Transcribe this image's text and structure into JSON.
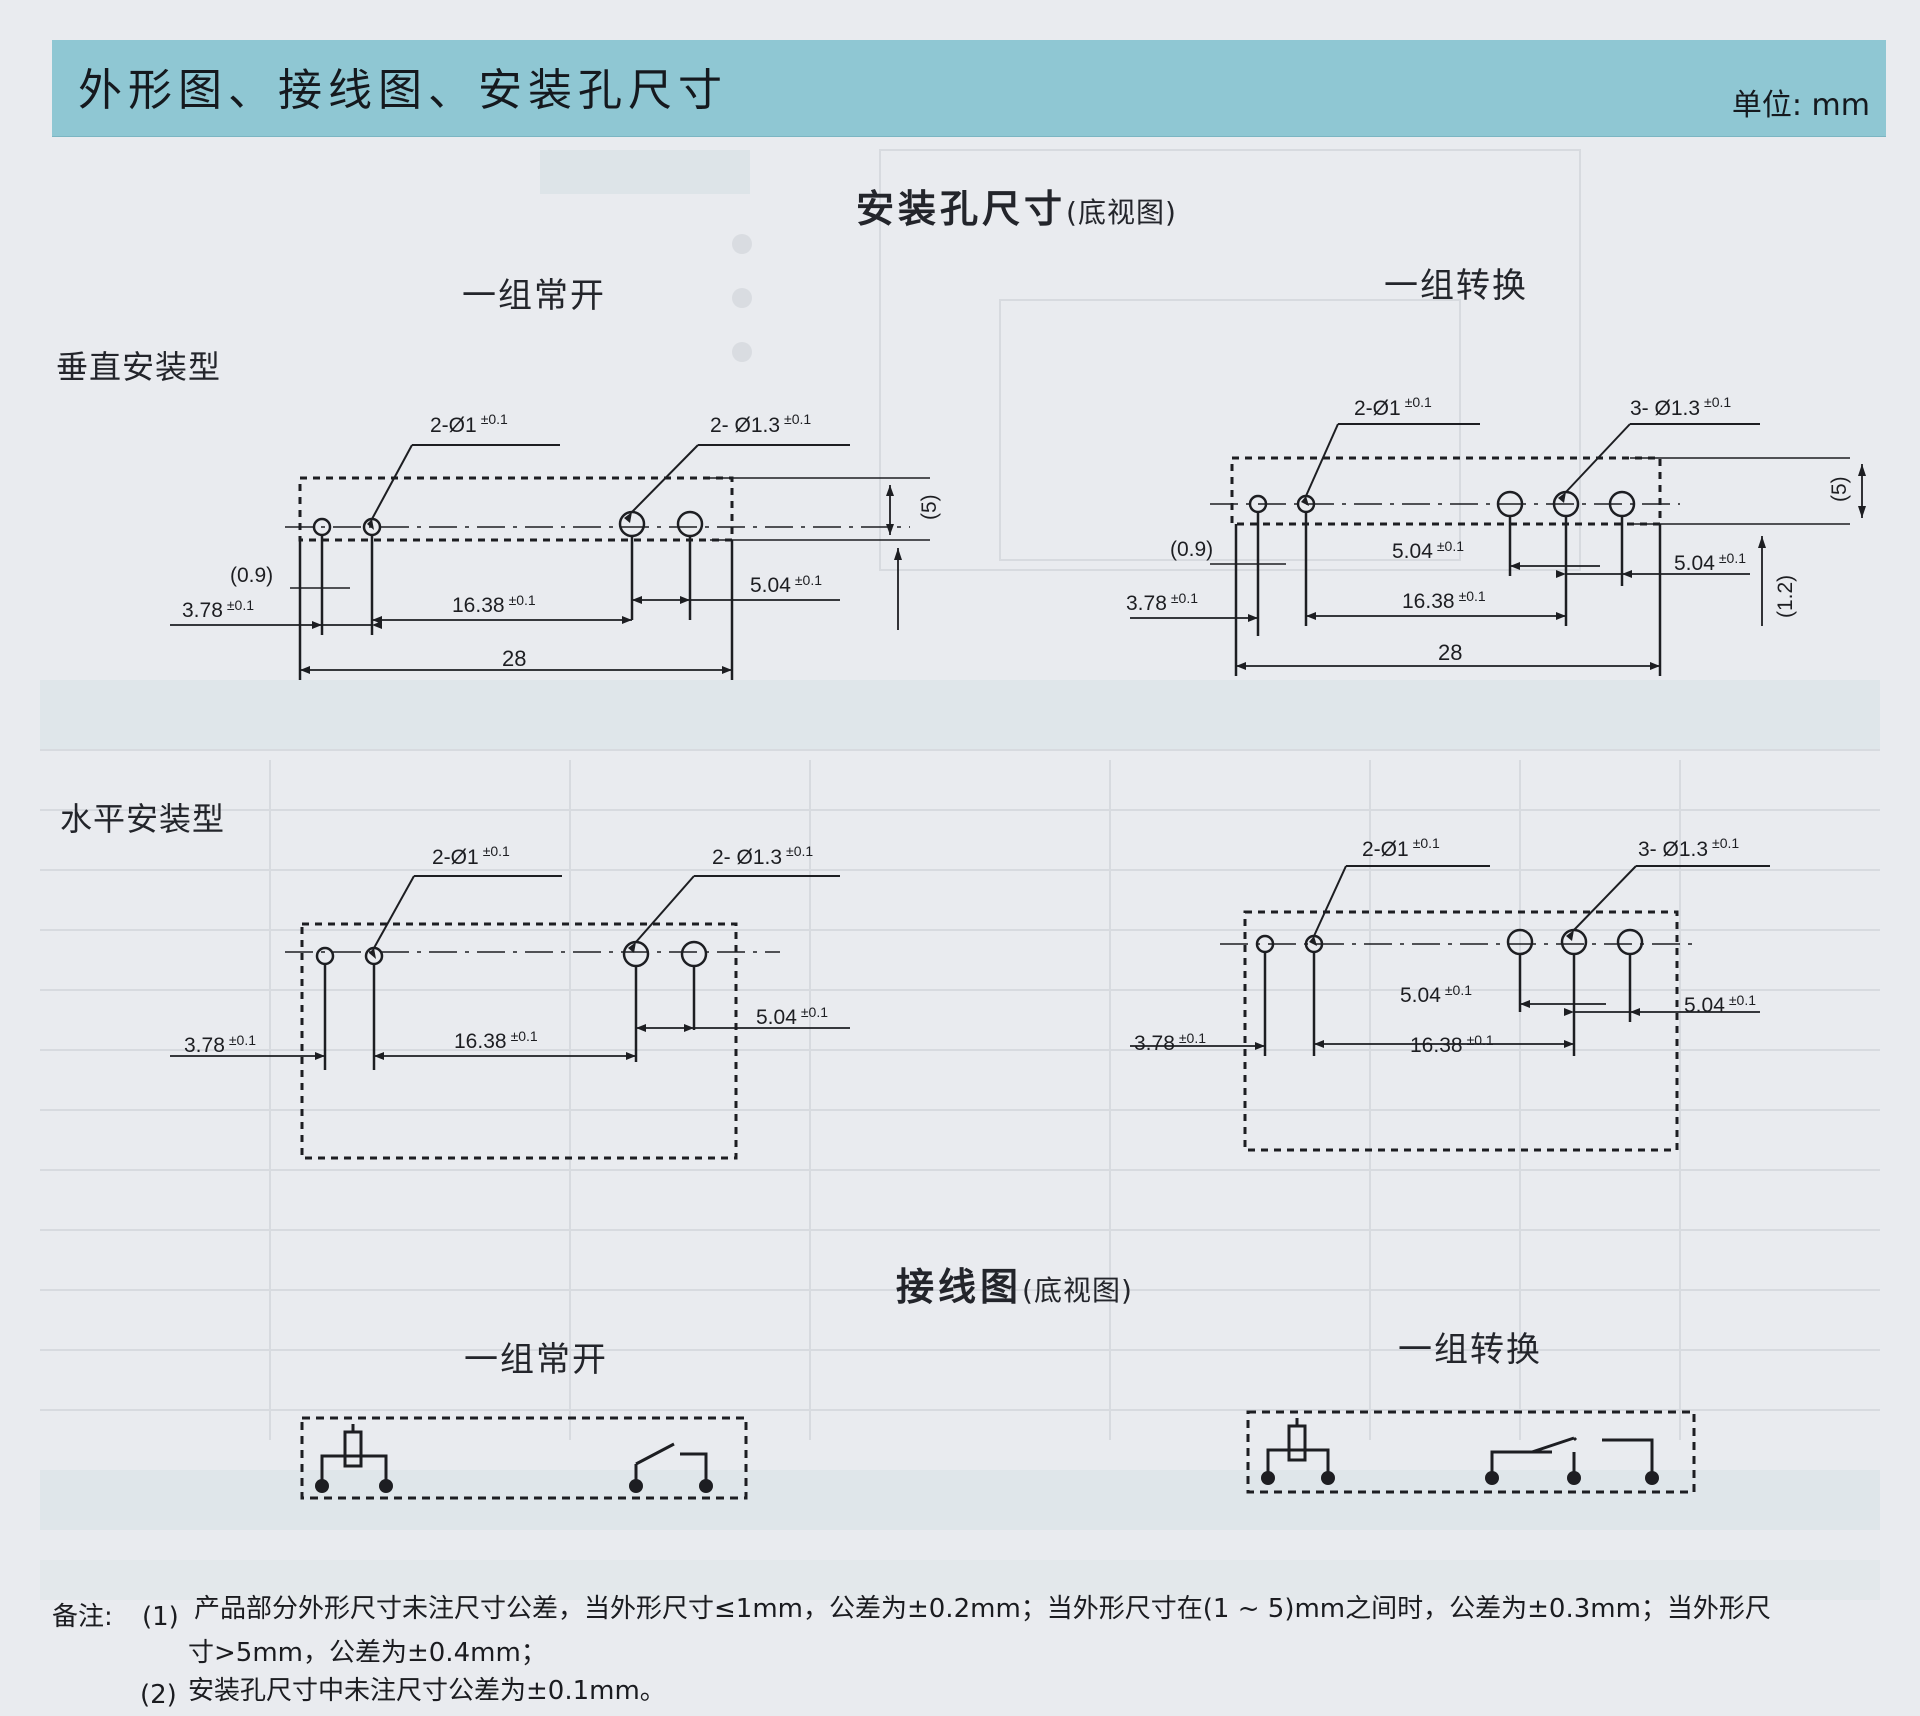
{
  "header": {
    "title": "外形图、接线图、安装孔尺寸",
    "unit": "单位: mm"
  },
  "colors": {
    "header_bg": "#8fc7d3",
    "page_bg": "#e9ebef",
    "ink": "#1e1f24"
  },
  "mounting": {
    "title": "安装孔尺寸",
    "subtitle": "(底视图)",
    "group_no": "一组常开",
    "group_co": "一组转换",
    "vertical": "垂直安装型",
    "horizontal": "水平安装型"
  },
  "dims": {
    "hole_small": "2-Ø1",
    "hole_large_no": "2- Ø1.3",
    "hole_large_co": "3- Ø1.3",
    "tol": "±0.1",
    "d378": "3.78",
    "d1638": "16.38",
    "d504": "5.04",
    "d28": "28",
    "d09": "(0.9)",
    "d5": "(5)",
    "d12": "(1.2)"
  },
  "wiring": {
    "title": "接线图",
    "subtitle": "(底视图)",
    "group_no": "一组常开",
    "group_co": "一组转换"
  },
  "notes": {
    "label": "备注:",
    "n1_num": "(1)",
    "n1_a": "产品部分外形尺寸未注尺寸公差，当外形尺寸≤1mm，公差为±0.2mm；当外形尺寸在(1 ~ 5)mm之间时，公差为±0.3mm；当外形尺",
    "n1_b": "寸>5mm，公差为±0.4mm；",
    "n2_num": "(2)",
    "n2": "安装孔尺寸中未注尺寸公差为±0.1mm。"
  }
}
